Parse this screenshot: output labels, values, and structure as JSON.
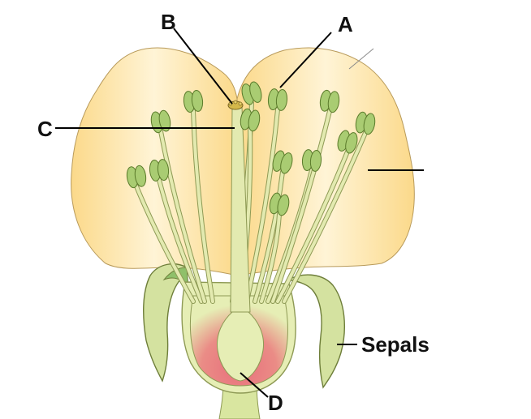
{
  "labels": {
    "a": "A",
    "b": "B",
    "c": "C",
    "d": "D",
    "sepals": "Sepals"
  },
  "colors": {
    "petal": "#fbd98a",
    "petal_light": "#fff4d6",
    "petal_outline": "#b89a5a",
    "filament": "#e3eab0",
    "filament_outline": "#8e9a55",
    "anther": "#a9cc72",
    "anther_outline": "#5a7a2a",
    "ovary_base": "#e6eeb5",
    "ovary_pink": "#e8707c",
    "sepal": "#d4e2a0",
    "sepal_outline": "#6e7e3a",
    "stigma": "#d4b84a",
    "line": "#000000"
  }
}
